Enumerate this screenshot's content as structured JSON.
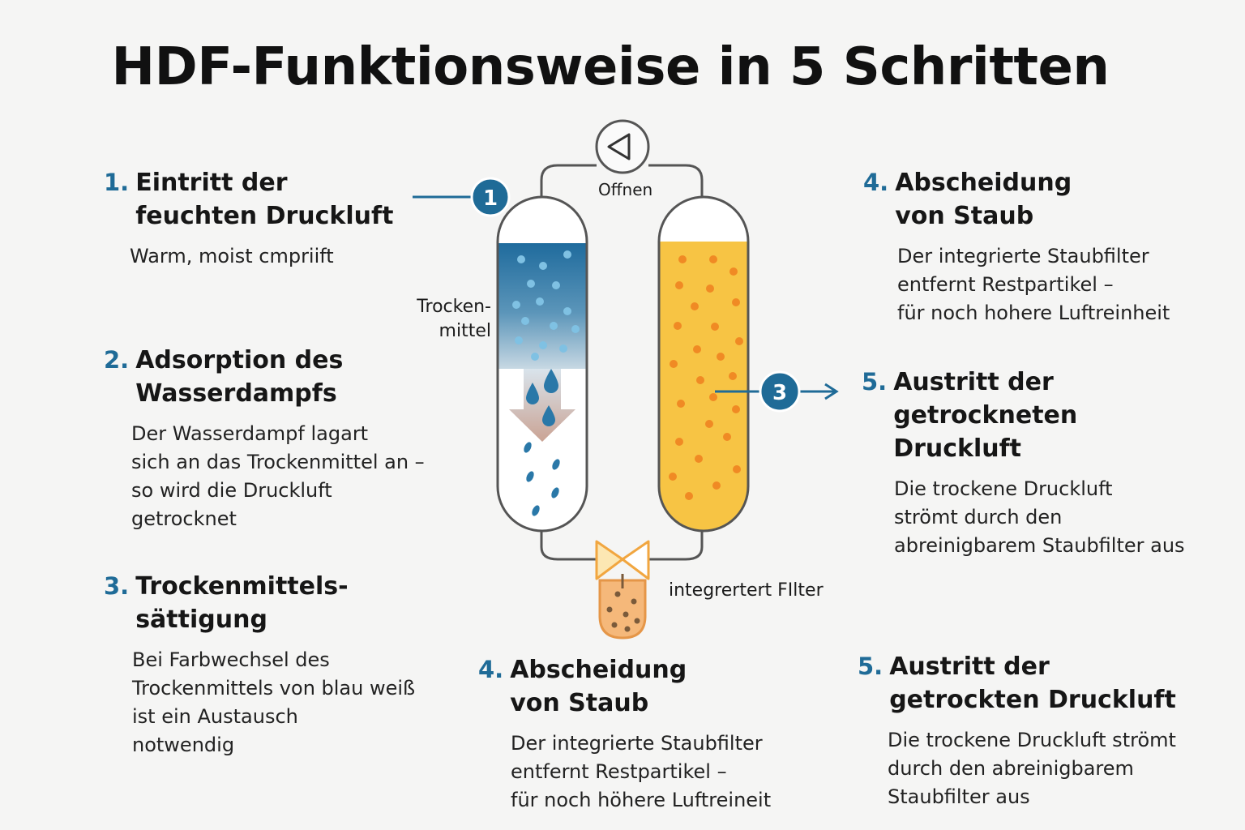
{
  "title": "HDF-Funktionsweise in 5 Schritten",
  "steps": [
    {
      "num": "1.",
      "title": [
        "Eintritt der",
        "feuchten Druckluft"
      ],
      "desc": [
        "Warm, moist cmpriift"
      ]
    },
    {
      "num": "2.",
      "title": [
        "Adsorption des",
        "Wasserdampfs"
      ],
      "desc": [
        "Der Wasserdampf lagart",
        "sich an das Trockenmittel   an –",
        "so wird die Druckluft",
        "getrocknet"
      ]
    },
    {
      "num": "3.",
      "title": [
        "Trockenmittels-",
        "sättigung"
      ],
      "desc": [
        "Bei Farbwechsel des",
        "Trockenmittels von blau weiß",
        "ist ein Austausch",
        "notwendig"
      ]
    },
    {
      "num": "4.",
      "title": [
        "Abscheidung",
        "von Staub"
      ],
      "desc": [
        "Der integrierte Staubfilter",
        "entfernt Restpartikel –",
        "für noch hohere Luftreinheit"
      ]
    },
    {
      "num": "5.",
      "title": [
        "Austritt der",
        "getrockneten",
        "Druckluft"
      ],
      "desc": [
        "Die trockene Druckluft",
        "strömt durch den",
        "abreinigbarem Staubfilter aus"
      ]
    },
    {
      "num": "4.",
      "title": [
        "Abscheidung",
        "von Staub"
      ],
      "desc": [
        "Der integrierte Staubfilter",
        "entfernt Restpartikel –",
        "für noch höhere Luftreineit"
      ]
    },
    {
      "num": "5.",
      "title": [
        "Austritt der",
        "getrockten Druckluft"
      ],
      "desc": [
        "Die trockene Druckluft strömt",
        "durch den abreinigbarem",
        "Staubfilter aus"
      ]
    }
  ],
  "diagram": {
    "valve_label": "Offnen",
    "desiccant_label": [
      "Trocken-",
      "mittel"
    ],
    "filter_label": "integrertert FIlter",
    "badge_1": "1",
    "badge_3": "3",
    "colors": {
      "accent_blue": "#1f6b97",
      "desiccant_blue": "#2a78a8",
      "desiccant_orange": "#f7c444",
      "dots_orange": "#f08a24",
      "filter_fill": "#f5b87a",
      "valve_orange": "#f1a640"
    }
  }
}
